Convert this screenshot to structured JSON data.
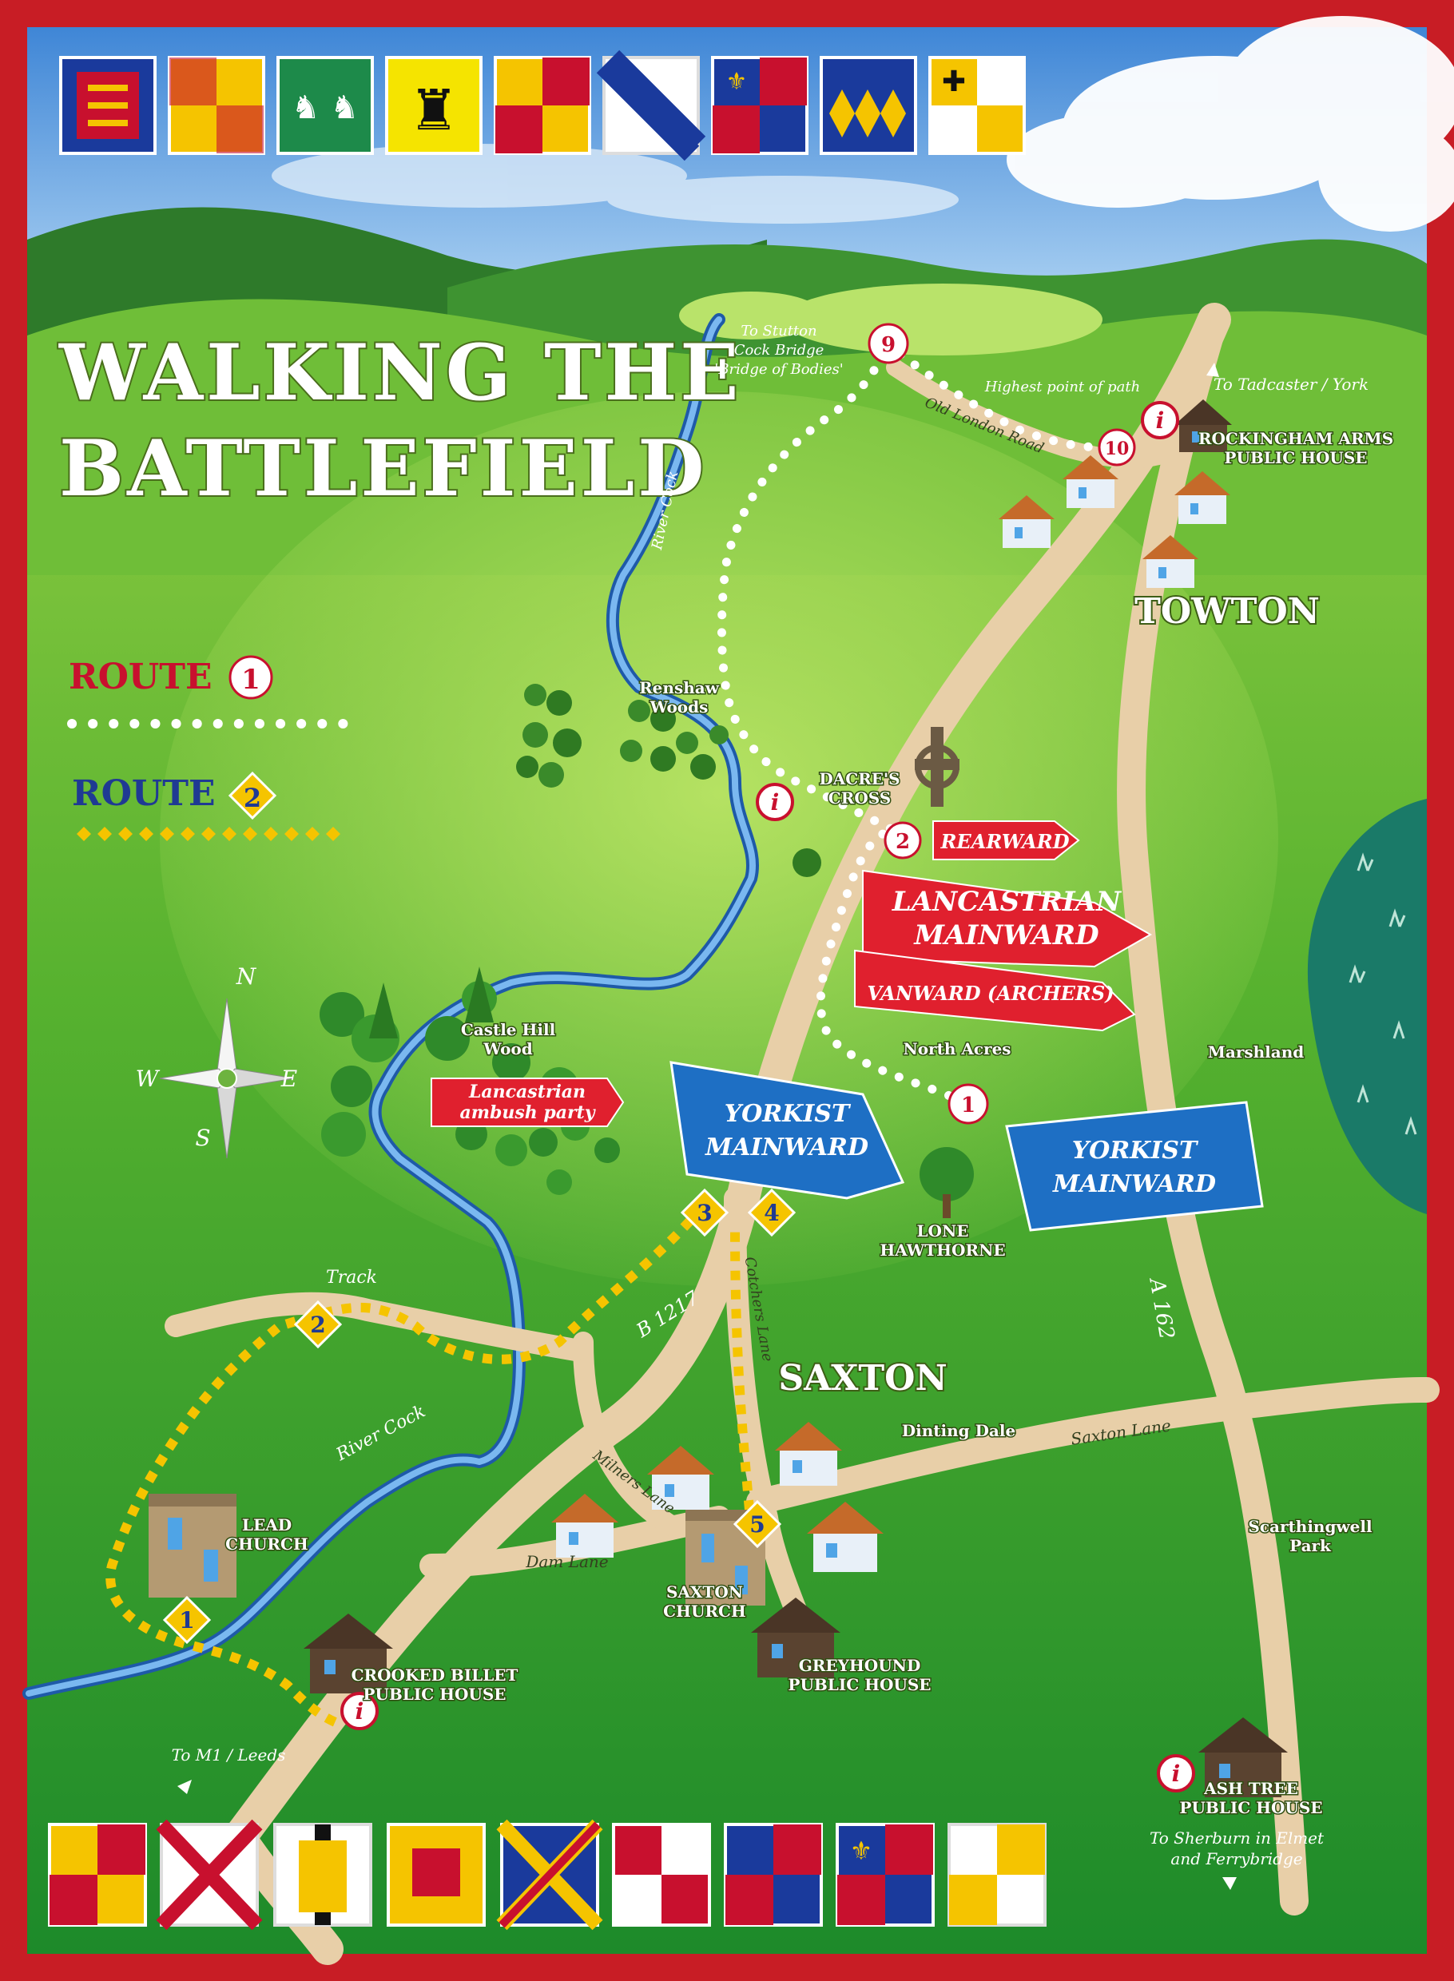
{
  "title": {
    "line1": "WALKING THE",
    "line2": "BATTLEFIELD"
  },
  "legend": {
    "route1": {
      "label": "ROUTE",
      "number": "1",
      "color": "#c8102e"
    },
    "route2": {
      "label": "ROUTE",
      "number": "2",
      "color": "#1f3a93"
    }
  },
  "places": {
    "towton": "TOWTON",
    "saxton": "SAXTON",
    "renshaw_1": "Renshaw",
    "renshaw_2": "Woods",
    "dacres_1": "DACRE'S",
    "dacres_2": "CROSS",
    "castle_1": "Castle Hill",
    "castle_2": "Wood",
    "north_acres": "North Acres",
    "marshland": "Marshland",
    "lone_1": "LONE",
    "lone_2": "HAWTHORNE",
    "dinting_dale": "Dinting Dale",
    "scar_1": "Scarthingwell",
    "scar_2": "Park",
    "lead_1": "LEAD",
    "lead_2": "CHURCH",
    "saxchurch_1": "SAXTON",
    "saxchurch_2": "CHURCH",
    "crooked_1": "CROOKED BILLET",
    "crooked_2": "PUBLIC HOUSE",
    "greyhound_1": "GREYHOUND",
    "greyhound_2": "PUBLIC HOUSE",
    "ashtree_1": "ASH TREE",
    "ashtree_2": "PUBLIC HOUSE",
    "rockingham_1": "ROCKINGHAM ARMS",
    "rockingham_2": "PUBLIC HOUSE"
  },
  "roads": {
    "b1217": "B 1217",
    "a162": "A 162",
    "saxton_lane": "Saxton Lane",
    "dam_lane": "Dam Lane",
    "milners_lane": "Milners Lane",
    "cotchers_lane": "Cotchers Lane",
    "old_london_road": "Old London Road",
    "track": "Track",
    "river_cock_1": "River Cock",
    "river_cock_2": "River Cock"
  },
  "notes": {
    "stutton_1": "To Stutton",
    "stutton_2": "Cock Bridge",
    "stutton_3": "'Bridge of Bodies'",
    "highest": "Highest point of path",
    "tadcaster": "To Tadcaster / York",
    "m1": "To M1 / Leeds",
    "sherburn_1": "To Sherburn in Elmet",
    "sherburn_2": "and Ferrybridge"
  },
  "banners": {
    "rearward": "REARWARD",
    "lanc_main_1": "LANCASTRIAN",
    "lanc_main_2": "MAINWARD",
    "vanward": "VANWARD (ARCHERS)",
    "ambush_1": "Lancastrian",
    "ambush_2": "ambush party",
    "york1_1": "YORKIST",
    "york1_2": "MAINWARD",
    "york2_1": "YORKIST",
    "york2_2": "MAINWARD"
  },
  "compass": {
    "n": "N",
    "s": "S",
    "e": "E",
    "w": "W"
  },
  "markers": {
    "r1_start": "1",
    "r1_2": "2",
    "r1_9": "9",
    "r1_10": "10",
    "r2_1": "1",
    "r2_2": "2",
    "r2_3": "3",
    "r2_4": "4",
    "r2_5": "5",
    "info": "i"
  },
  "colors": {
    "frame": "#c81d25",
    "lancastrian": "#e0202e",
    "yorkist": "#1e6fc4",
    "route1_dots": "#ffffff",
    "route2_diamonds": "#f5c400",
    "river": "#5aa0e8",
    "road": "#e8cfa8"
  },
  "heraldry": {
    "top": [
      "royal-arms-shield",
      "checky-arms-shield",
      "harts-arms-shield",
      "black-lion-shield",
      "quartered-lion-shield",
      "bend-arms-shield",
      "fleur-quartered-shield",
      "lozenges-star-shield",
      "cross-quartered-shield"
    ],
    "bottom": [
      "chevrons-quartered-shield",
      "saltire-lion-shield",
      "black-figure-shield",
      "checky-lion-shield",
      "saltire-cross-shield",
      "lions-quartered-shield",
      "fleur-lions-shield",
      "royal-quarters-shield",
      "crescents-quartered-shield"
    ]
  }
}
